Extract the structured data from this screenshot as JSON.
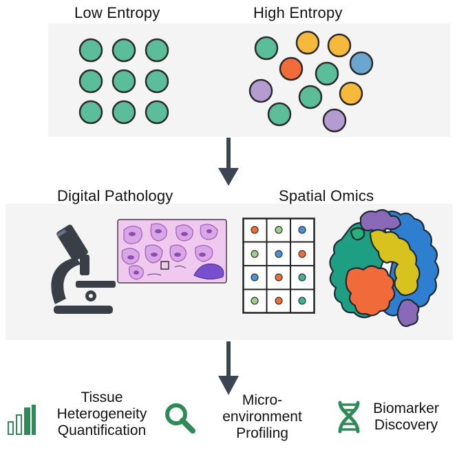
{
  "top": {
    "low_entropy_label": "Low Entropy",
    "high_entropy_label": "High Entropy"
  },
  "middle": {
    "digital_pathology_label": "Digital Pathology",
    "spatial_omics_label": "Spatial Omics"
  },
  "bottom": {
    "item1": [
      "Tissue",
      "Heterogeneity",
      "Quantification"
    ],
    "item2": [
      "Micro-",
      "environment",
      "Profiling"
    ],
    "item3": [
      "Biomarker",
      "Discovery"
    ]
  },
  "colors": {
    "teal": "#5bbd9a",
    "orange": "#f26b3a",
    "yellow": "#f6b93b",
    "blue": "#6aa6d0",
    "purple": "#b49cd1",
    "arrow": "#3b4452",
    "icon_green": "#2e8b57"
  }
}
